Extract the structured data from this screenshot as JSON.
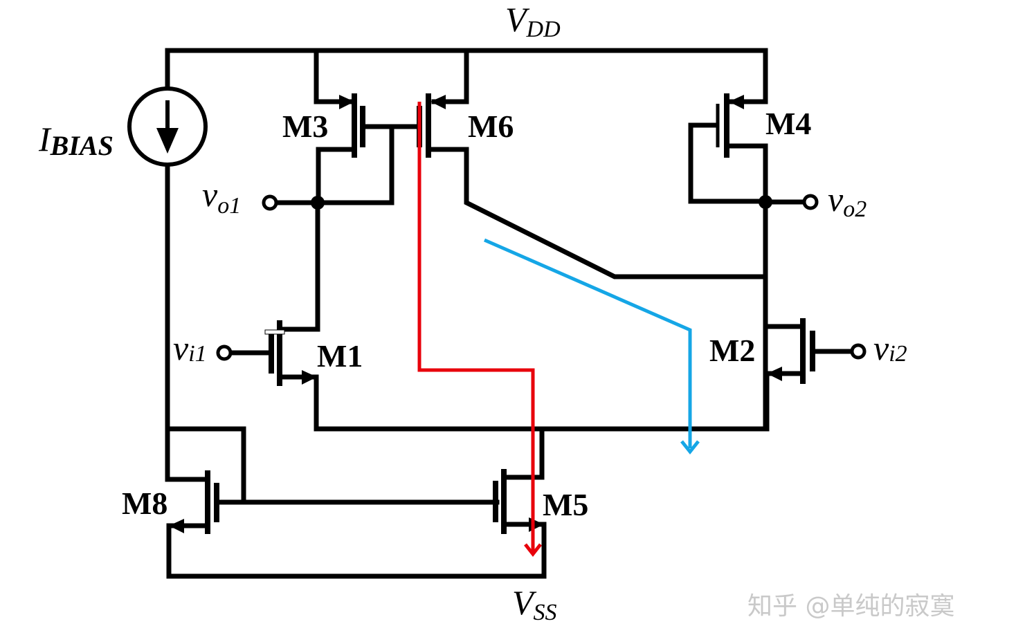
{
  "diagram": {
    "title": "CMOS differential amplifier with current mirror bias",
    "rails": {
      "vdd": {
        "main": "V",
        "sub": "DD"
      },
      "vss": {
        "main": "V",
        "sub": "SS"
      }
    },
    "current_source": {
      "main": "I",
      "sub": "BIAS"
    },
    "transistors": [
      {
        "id": "M1",
        "label": "M1",
        "type": "nmos"
      },
      {
        "id": "M2",
        "label": "M2",
        "type": "nmos"
      },
      {
        "id": "M3",
        "label": "M3",
        "type": "pmos"
      },
      {
        "id": "M4",
        "label": "M4",
        "type": "pmos"
      },
      {
        "id": "M5",
        "label": "M5",
        "type": "nmos"
      },
      {
        "id": "M6",
        "label": "M6",
        "type": "pmos"
      },
      {
        "id": "M8",
        "label": "M8",
        "type": "nmos"
      }
    ],
    "ports": {
      "vo1": {
        "main": "v",
        "sub": "o1"
      },
      "vo2": {
        "main": "v",
        "sub": "o2"
      },
      "vi1": {
        "main": "v",
        "sub": "i1"
      },
      "vi2": {
        "main": "v",
        "sub": "i2"
      }
    },
    "annotations": [
      {
        "name": "current-path-red",
        "color": "#e8000b",
        "description": "current path from M6 down to M5/VSS"
      },
      {
        "name": "current-path-blue",
        "color": "#15a6e6",
        "description": "current path from M6 drain toward tail node"
      }
    ]
  },
  "watermark": "知乎 @单纯的寂寞"
}
